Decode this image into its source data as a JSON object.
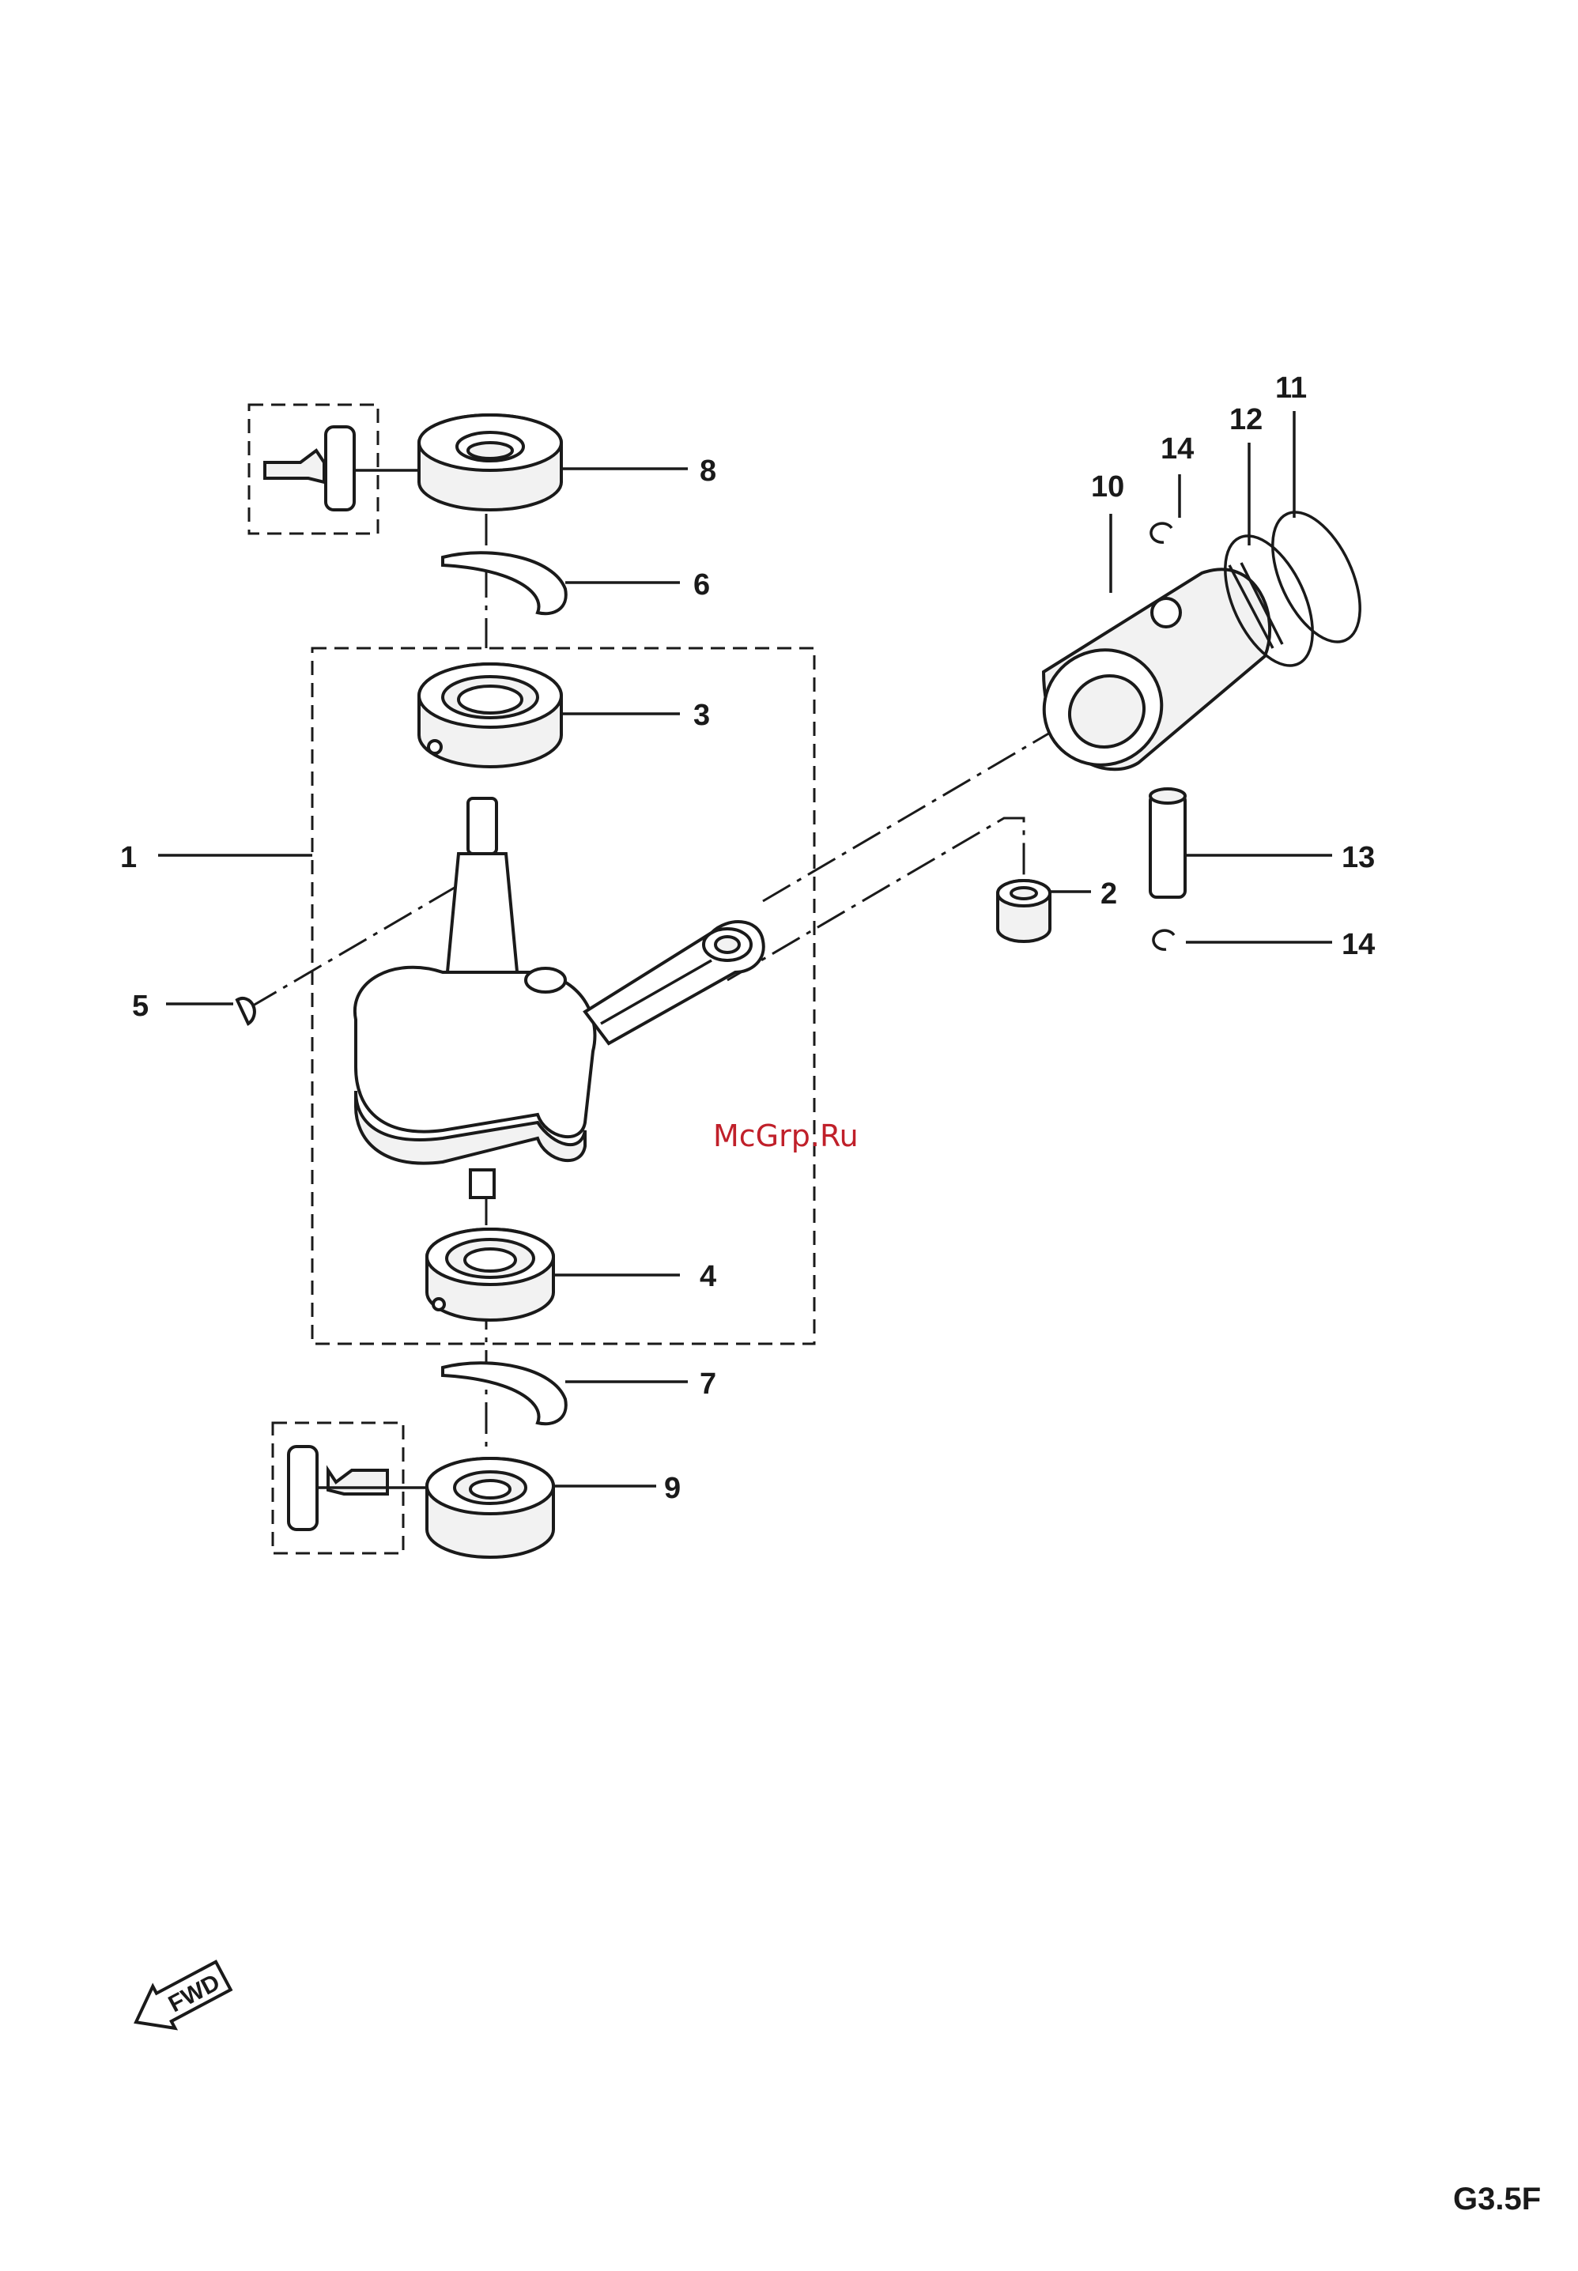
{
  "callouts": {
    "c1": "1",
    "c2": "2",
    "c3": "3",
    "c4": "4",
    "c5": "5",
    "c6": "6",
    "c7": "7",
    "c8": "8",
    "c9": "9",
    "c10": "10",
    "c11": "11",
    "c12": "12",
    "c13": "13",
    "c14a": "14",
    "c14b": "14"
  },
  "watermark": "McGrp.Ru",
  "direction_label": "FWD",
  "diagram_code": "G3.5F",
  "colors": {
    "ink": "#1a1a1a",
    "watermark": "#c0202a",
    "background": "#ffffff"
  }
}
